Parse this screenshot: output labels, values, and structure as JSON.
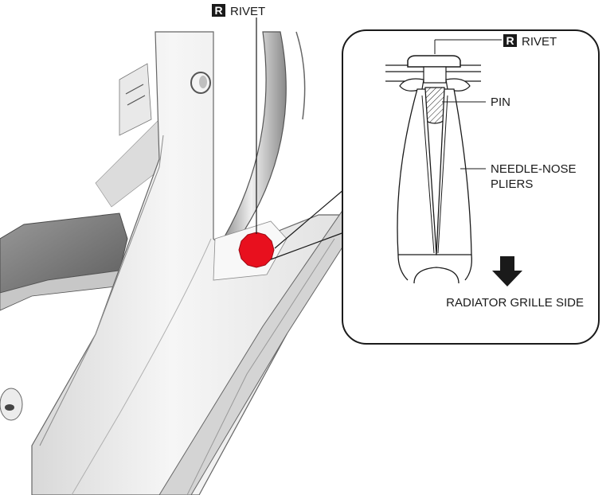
{
  "labels": {
    "rivet_badge": "R",
    "rivet_main": "RIVET",
    "rivet_detail_badge": "R",
    "rivet_detail": "RIVET",
    "pin": "PIN",
    "pliers_line1": "NEEDLE-NOSE",
    "pliers_line2": "PLIERS",
    "direction": "RADIATOR GRILLE SIDE"
  },
  "colors": {
    "rivet_marker": "#e8101e",
    "outline": "#1a1a1a",
    "badge_bg": "#1a1a1a"
  },
  "icons": {
    "direction_arrow": "arrow-down-icon"
  }
}
